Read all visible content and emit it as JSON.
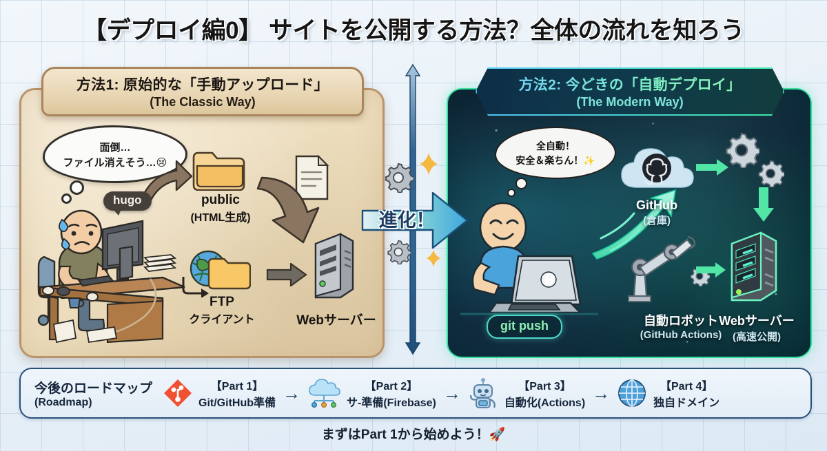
{
  "title": "【デプロイ編0】 サイトを公開する方法？全体の流れを知ろう",
  "colors": {
    "classic_panel_bg": "#eedfc0",
    "classic_panel_border": "#b9936a",
    "modern_panel_bg": "#0e2436",
    "modern_panel_border": "#37e0a0",
    "accent_green": "#3ee6a8",
    "accent_blue": "#4fc3f7",
    "roadmap_border": "#2a4f78",
    "git_orange": "#f05133"
  },
  "classic": {
    "header_line1": "方法1: 原始的な「手動アップロード」",
    "header_line2": "(The Classic Way)",
    "thought_line1": "面倒…",
    "thought_line2": "ファイル消えそう…😢",
    "hugo_badge": "hugo",
    "public_label_a": "public",
    "public_label_b": "(HTML生成)",
    "ftp_label_a": "FTP",
    "ftp_label_b": "クライアント",
    "server_label": "Webサーバー"
  },
  "center": {
    "evolution_label": "進化！"
  },
  "modern": {
    "header_line1": "方法2: 今どきの「自動デプロイ」",
    "header_line2": "(The Modern Way)",
    "thought_line1": "全自動！",
    "thought_line2": "安全＆楽ちん！✨",
    "git_push_badge": "git push",
    "github_label_a": "GitHub",
    "github_label_b": "(倉庫)",
    "robot_label_a": "自動ロボット",
    "robot_label_b": "(GitHub Actions)",
    "server_label_a": "Webサーバー",
    "server_label_b": "(高速公開)"
  },
  "roadmap": {
    "title_a": "今後のロードマップ",
    "title_b": "(Roadmap)",
    "arrow": "→",
    "steps": [
      {
        "icon": "git-icon",
        "label_a": "【Part 1】",
        "label_b": "Git/GitHub準備"
      },
      {
        "icon": "cloud-icon",
        "label_a": "【Part 2】",
        "label_b": "サ-準備(Firebase)"
      },
      {
        "icon": "robot-icon",
        "label_a": "【Part 3】",
        "label_b": "自動化(Actions)"
      },
      {
        "icon": "globe-icon",
        "label_a": "【Part 4】",
        "label_b": "独自ドメイン"
      }
    ]
  },
  "footer": {
    "note": "まずはPart 1から始めよう！🚀"
  }
}
